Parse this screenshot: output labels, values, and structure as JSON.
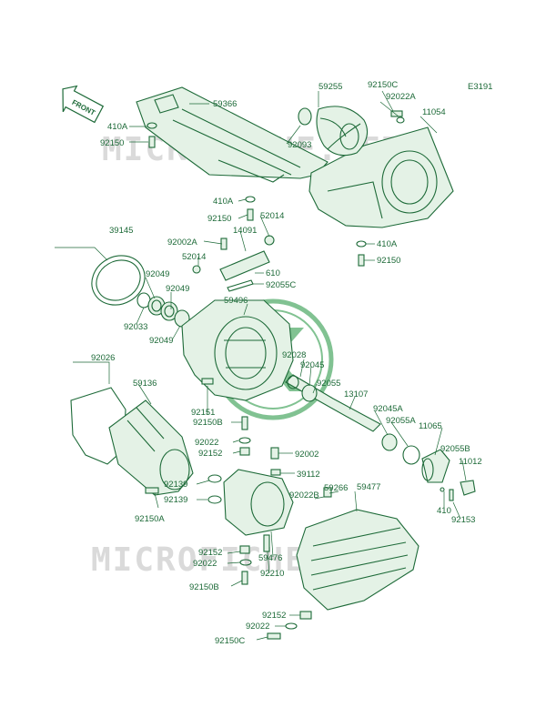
{
  "diagram_code": "E3191",
  "watermark_text": "MICROFICHE.NET",
  "front_label": "FRONT",
  "colors": {
    "line": "#1d6a38",
    "watermark": "#bcbcbc",
    "logo": "#2e9a4a"
  },
  "labels": [
    "59366",
    "410A",
    "92150",
    "59255",
    "92093",
    "92150C",
    "92022A",
    "11054",
    "410A",
    "92150",
    "52014",
    "92002A",
    "14091",
    "52014",
    "610",
    "92055C",
    "410A",
    "92150",
    "39145",
    "92049",
    "92049",
    "92033",
    "92049",
    "59496",
    "92028",
    "92045",
    "92055",
    "13107",
    "92045A",
    "92055A",
    "11065",
    "92055B",
    "11012",
    "410",
    "92153",
    "92026",
    "59136",
    "92151",
    "92150B",
    "92022",
    "92152",
    "92002",
    "39112",
    "92139",
    "92139",
    "92150A",
    "59266",
    "92022B",
    "59477",
    "92152",
    "92022",
    "59476",
    "92210",
    "92150B",
    "92152",
    "92022",
    "92150C"
  ]
}
